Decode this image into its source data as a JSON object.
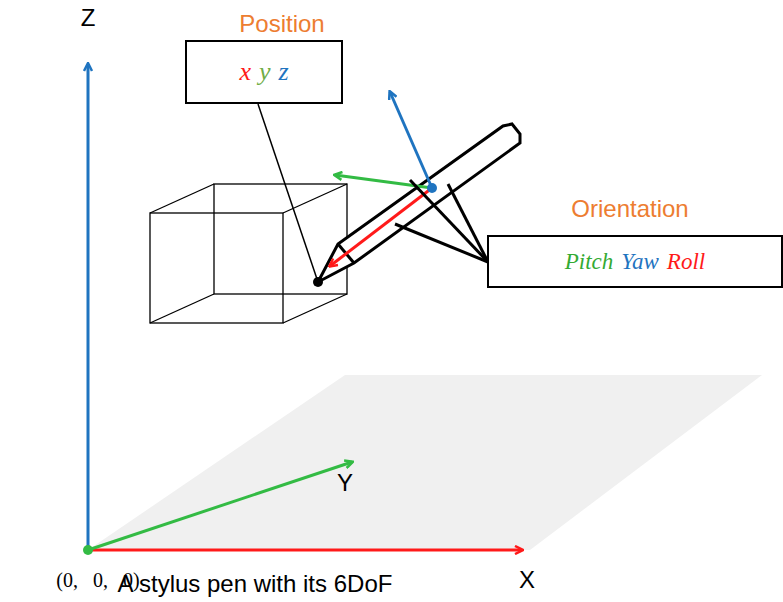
{
  "diagram": {
    "caption": "A stylus pen with its 6DoF",
    "nodes": [
      {
        "text": [
          "Position",
          "x",
          "y",
          "z"
        ]
      },
      {
        "text": [
          "Orientation",
          "Pitch",
          "Yaw",
          "Roll"
        ]
      }
    ],
    "labels": [
      "Z",
      "Y",
      "X",
      "(0, 0, 0)"
    ]
  }
}
